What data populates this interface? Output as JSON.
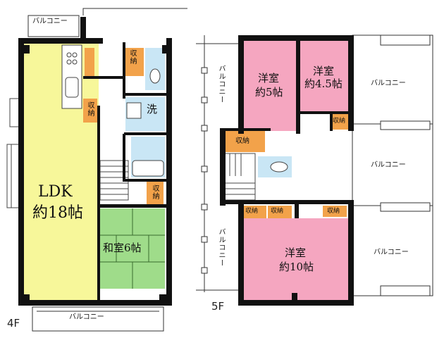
{
  "floor4": {
    "floor_label": "4F",
    "rooms": {
      "ldk_name": "LDK",
      "ldk_size": "約18帖",
      "washitsu_name": "和室6帖"
    },
    "balcony_top": "バルコニー",
    "balcony_bottom": "バルコニー",
    "storage_1": "収納",
    "storage_2": "収納",
    "storage_3": "収納",
    "wash": "洗"
  },
  "floor5": {
    "floor_label": "5F",
    "rooms": {
      "youshitsu1_name": "洋室",
      "youshitsu1_size": "約5帖",
      "youshitsu2_name": "洋室",
      "youshitsu2_size": "約4.5帖",
      "youshitsu3_name": "洋室",
      "youshitsu3_size": "約10帖"
    },
    "balcony_left_top": "バルコニー",
    "balcony_left_bottom": "バルコニー",
    "balcony_right_1": "バルコニー",
    "balcony_right_2": "バルコニー",
    "balcony_right_3": "バルコニー",
    "storage_1": "収納",
    "storage_2": "収納",
    "storage_3": "収納",
    "storage_4": "収納",
    "storage_5": "収納"
  },
  "colors": {
    "ldk": "#f7f79a",
    "washitsu": "#9fdc8a",
    "youshitsu": "#f5a6c0",
    "storage": "#f2a24a",
    "wet": "#c9e6f5",
    "wall": "#111111"
  }
}
